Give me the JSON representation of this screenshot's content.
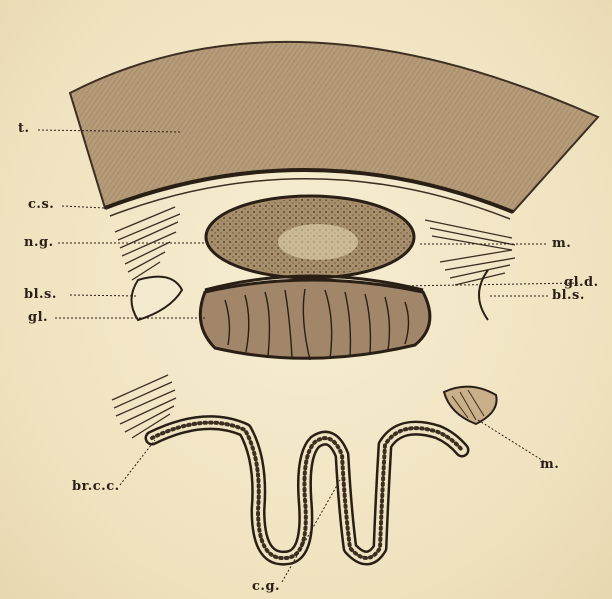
{
  "figure": {
    "background": "#f1e6c6",
    "ink": "#2a1f15",
    "labels": {
      "t": "t.",
      "cs": "c.s.",
      "ng": "n.g.",
      "bls_left": "bl.s.",
      "gl": "gl.",
      "brcc": "br.c.c.",
      "cg": "c.g.",
      "m_right": "m.",
      "gld": "gl.d.",
      "bls_right": "bl.s.",
      "m_lower": "m."
    }
  }
}
